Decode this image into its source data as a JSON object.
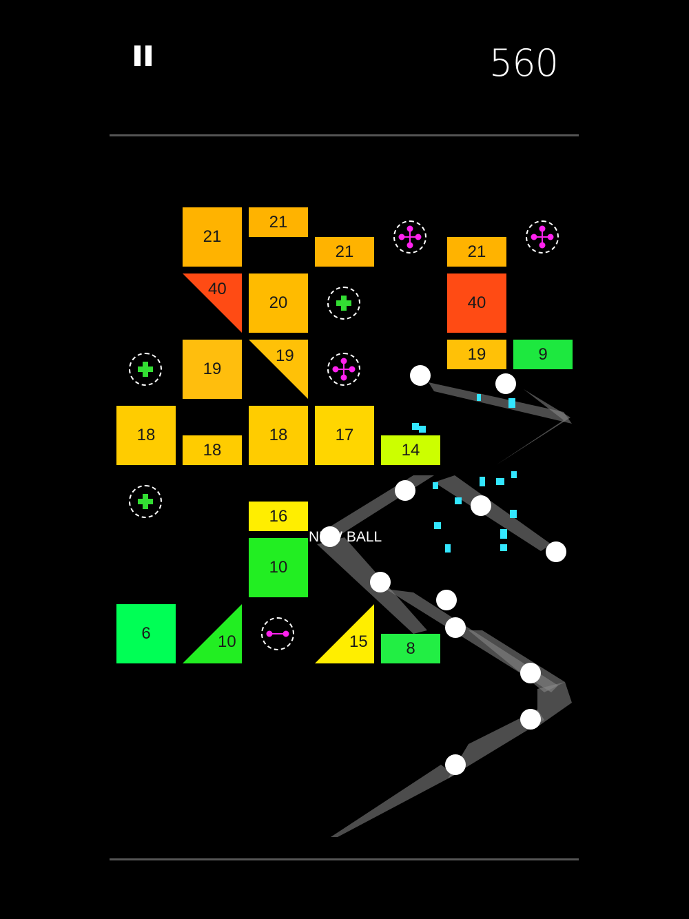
{
  "hud": {
    "score": "560",
    "pause_icon": "pause-icon"
  },
  "colors": {
    "background": "#000000",
    "divider": "#555555",
    "orange": "#FFB300",
    "orange_light": "#FFC107",
    "red": "#FF4B14",
    "yellow": "#FFD600",
    "yellow_bright": "#FFEE00",
    "lime": "#CCFF00",
    "green": "#22EE22",
    "green_light": "#00FF55",
    "powerup_green": "#33DD33",
    "powerup_magenta": "#FF22EE",
    "shard": "#33E6FF"
  },
  "bricks": [
    {
      "label": "21",
      "color": "#FFB300"
    },
    {
      "label": "21",
      "color": "#FFB300"
    },
    {
      "label": "21",
      "color": "#FFB300"
    },
    {
      "label": "21",
      "color": "#FFB300"
    },
    {
      "label": "20",
      "color": "#FFBB00"
    },
    {
      "label": "40",
      "color": "#FF4B14"
    },
    {
      "label": "19",
      "color": "#FFBE0D"
    },
    {
      "label": "19",
      "color": "#FFC107"
    },
    {
      "label": "9",
      "color": "#1DE83F"
    },
    {
      "label": "18",
      "color": "#FFCC00"
    },
    {
      "label": "18",
      "color": "#FFCC00"
    },
    {
      "label": "18",
      "color": "#FFCC00"
    },
    {
      "label": "17",
      "color": "#FFD600"
    },
    {
      "label": "14",
      "color": "#CCFF00"
    },
    {
      "label": "16",
      "color": "#FFEE00"
    },
    {
      "label": "10",
      "color": "#22EE22"
    },
    {
      "label": "6",
      "color": "#00FF55"
    },
    {
      "label": "8",
      "color": "#22EE44"
    }
  ],
  "triangles": [
    {
      "label": "40",
      "color": "#FF4B14"
    },
    {
      "label": "19",
      "color": "#FFC107"
    },
    {
      "label": "10",
      "color": "#22EE22"
    },
    {
      "label": "15",
      "color": "#FFEE00"
    }
  ],
  "powerups": [
    {
      "type": "split-ball",
      "icon": "four-way-split-icon"
    },
    {
      "type": "split-ball",
      "icon": "four-way-split-icon"
    },
    {
      "type": "extra-ball",
      "icon": "plus-icon"
    },
    {
      "type": "extra-ball",
      "icon": "plus-icon"
    },
    {
      "type": "split-ball",
      "icon": "four-way-split-icon"
    },
    {
      "type": "extra-ball",
      "icon": "plus-icon"
    },
    {
      "type": "laser",
      "icon": "horizontal-laser-icon"
    }
  ],
  "notice": "NEW BALL"
}
